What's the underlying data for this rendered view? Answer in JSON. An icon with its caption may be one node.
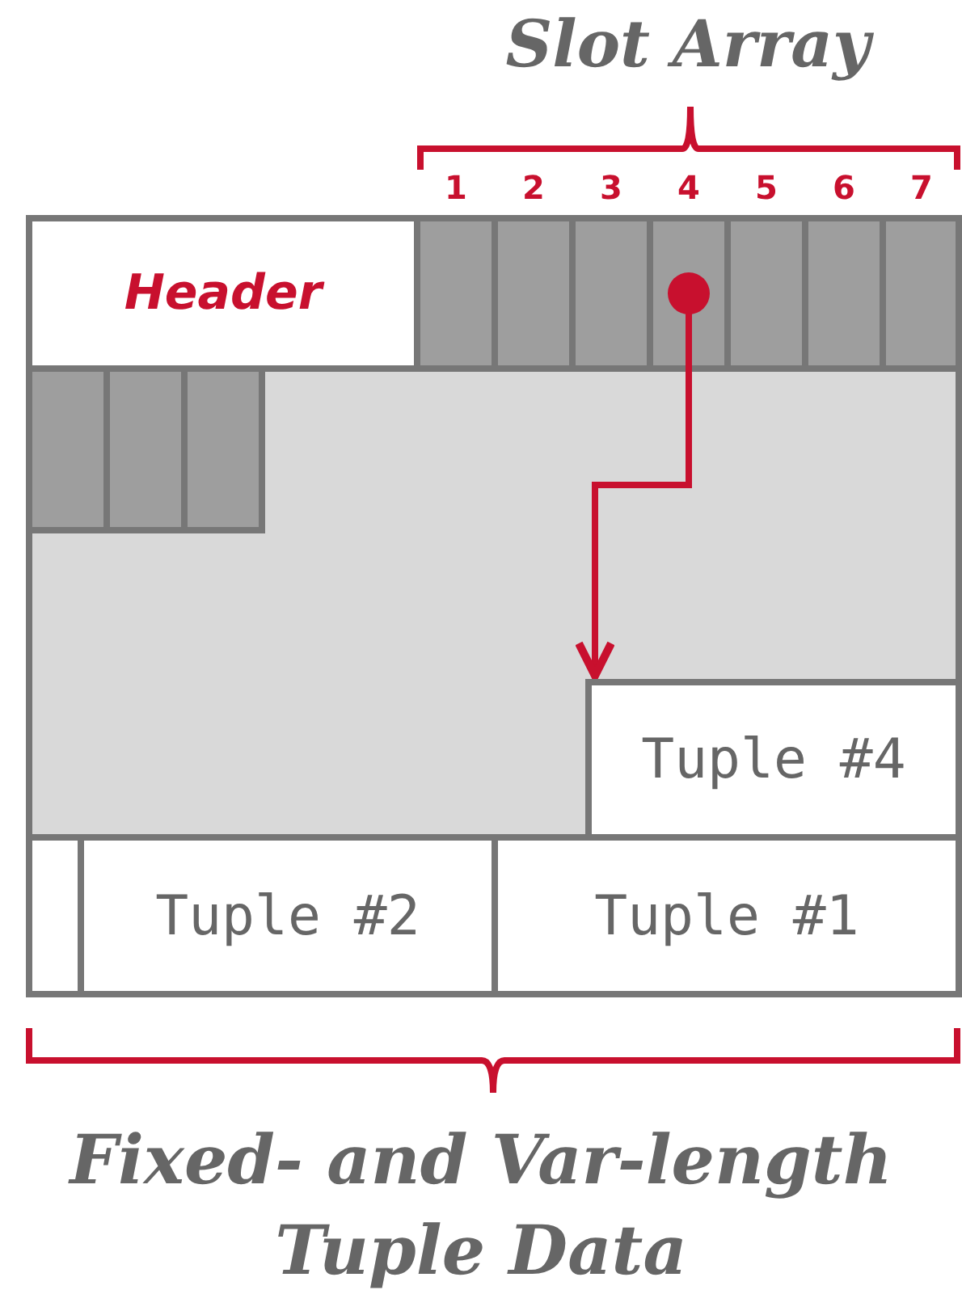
{
  "diagram": {
    "title": "Slot Array",
    "caption": "Fixed- and Var-length Tuple Data",
    "nodes": [
      {
        "text": [],
        "shape": "box"
      },
      {
        "text": [
          "Header"
        ],
        "in": 0
      },
      {
        "text": [],
        "shape": "box",
        "in": 0
      },
      {
        "text": [],
        "shape": "box",
        "in": 0
      },
      {
        "text": [],
        "shape": "box",
        "in": 0
      },
      {
        "text": [],
        "shape": "box",
        "in": 0
      },
      {
        "text": [],
        "shape": "box",
        "in": 0
      },
      {
        "text": [],
        "shape": "box",
        "in": 0
      },
      {
        "text": [],
        "shape": "box",
        "in": 0
      },
      {
        "text": [],
        "shape": "box",
        "in": 0
      },
      {
        "text": [],
        "shape": "box",
        "in": 0
      },
      {
        "text": [],
        "shape": "box",
        "in": 0
      },
      {
        "text": [
          "Tuple #4"
        ],
        "in": 0
      },
      {
        "text": [],
        "shape": "box",
        "in": 0
      },
      {
        "text": [
          "Tuple #2"
        ],
        "in": 0
      },
      {
        "text": [
          "Tuple #1"
        ],
        "in": 0
      }
    ],
    "edges": [
      {
        "from": 5,
        "to": 12,
        "arrow": "to"
      }
    ],
    "labels": [
      "1",
      "2",
      "3",
      "4",
      "5",
      "6",
      "7"
    ]
  }
}
